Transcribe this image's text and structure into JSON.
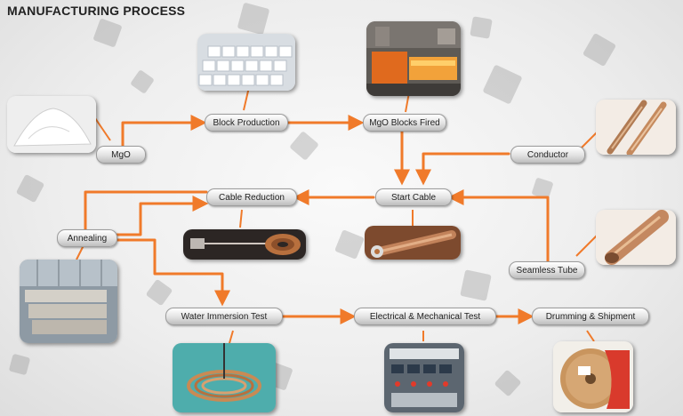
{
  "title": "MANUFACTURING PROCESS",
  "steps": {
    "mgo": "MgO",
    "block_production": "Block Production",
    "mgo_blocks_fired": "MgO Blocks Fired",
    "conductor": "Conductor",
    "start_cable": "Start Cable",
    "cable_reduction": "Cable Reduction",
    "annealing": "Annealing",
    "seamless_tube": "Seamless Tube",
    "water_immersion_test": "Water Immersion Test",
    "electrical_mechanical_test": "Electrical & Mechanical Test",
    "drumming_shipment": "Drumming & Shipment"
  },
  "colors": {
    "arrow": "#f07a2a",
    "pill_border": "#9c9c9c",
    "background": "#ececec"
  }
}
